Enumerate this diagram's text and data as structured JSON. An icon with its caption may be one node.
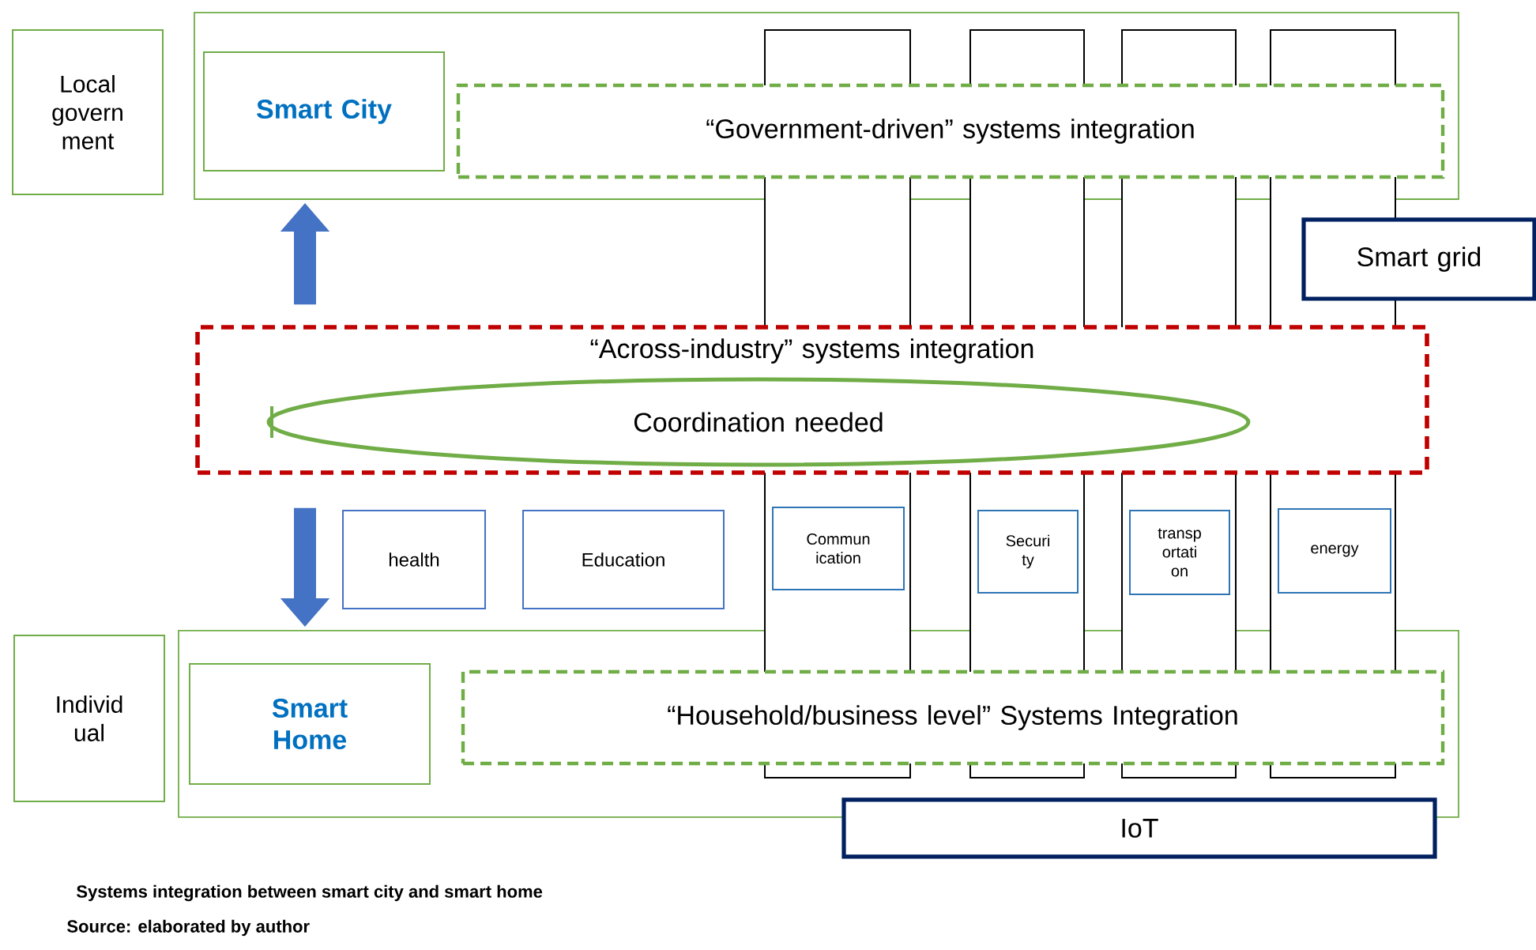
{
  "diagram": {
    "caption": "Systems integration between smart city and smart home",
    "nodes": [
      {
        "text": [
          "Local govern ment"
        ]
      },
      {
        "text": [],
        "shape": "box"
      },
      {
        "text": [
          "Smart City"
        ],
        "in": 1
      },
      {
        "text": [
          "“Government-driven” systems integration"
        ],
        "in": 1
      },
      {
        "text": [
          "Smart grid"
        ]
      },
      {
        "text": [
          "“Across-industry” systems integration"
        ]
      },
      {
        "text": [
          "Coordination needed"
        ],
        "in": 5
      },
      {
        "text": [
          "health"
        ]
      },
      {
        "text": [
          "Education"
        ]
      },
      {
        "text": [
          "Commun ication"
        ]
      },
      {
        "text": [
          "Securi ty"
        ]
      },
      {
        "text": [
          "transp ortati on"
        ]
      },
      {
        "text": [
          "energy"
        ]
      },
      {
        "text": [
          "Individ ual"
        ]
      },
      {
        "text": [],
        "shape": "box"
      },
      {
        "text": [
          "Smart Home"
        ],
        "in": 14
      },
      {
        "text": [
          "“Household/business level” Systems Integration"
        ],
        "in": 14
      },
      {
        "text": [
          "IoT"
        ]
      }
    ],
    "edges": [
      {
        "from": 5,
        "to": 1,
        "arrow": "to"
      },
      {
        "from": 5,
        "to": 14,
        "arrow": "to"
      }
    ],
    "labels": [
      "Source: elaborated by author"
    ]
  }
}
